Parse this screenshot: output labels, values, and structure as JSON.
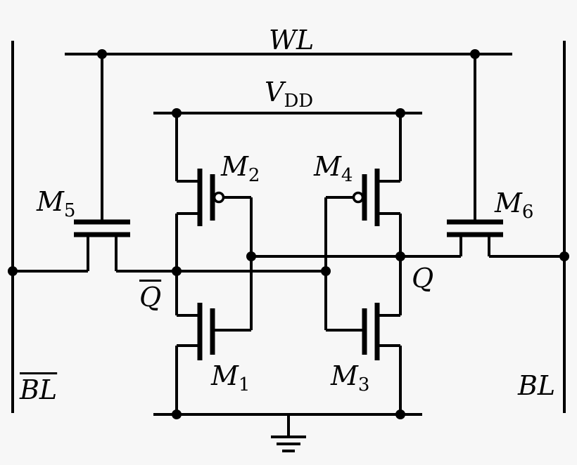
{
  "labels": {
    "wl": "WL",
    "vdd_main": "V",
    "vdd_sub": "DD",
    "m1_main": "M",
    "m1_sub": "1",
    "m2_main": "M",
    "m2_sub": "2",
    "m3_main": "M",
    "m3_sub": "3",
    "m4_main": "M",
    "m4_sub": "4",
    "m5_main": "M",
    "m5_sub": "5",
    "m6_main": "M",
    "m6_sub": "6",
    "q": "Q",
    "q_bar": "Q",
    "bl": "BL",
    "bl_bar": "BL"
  }
}
